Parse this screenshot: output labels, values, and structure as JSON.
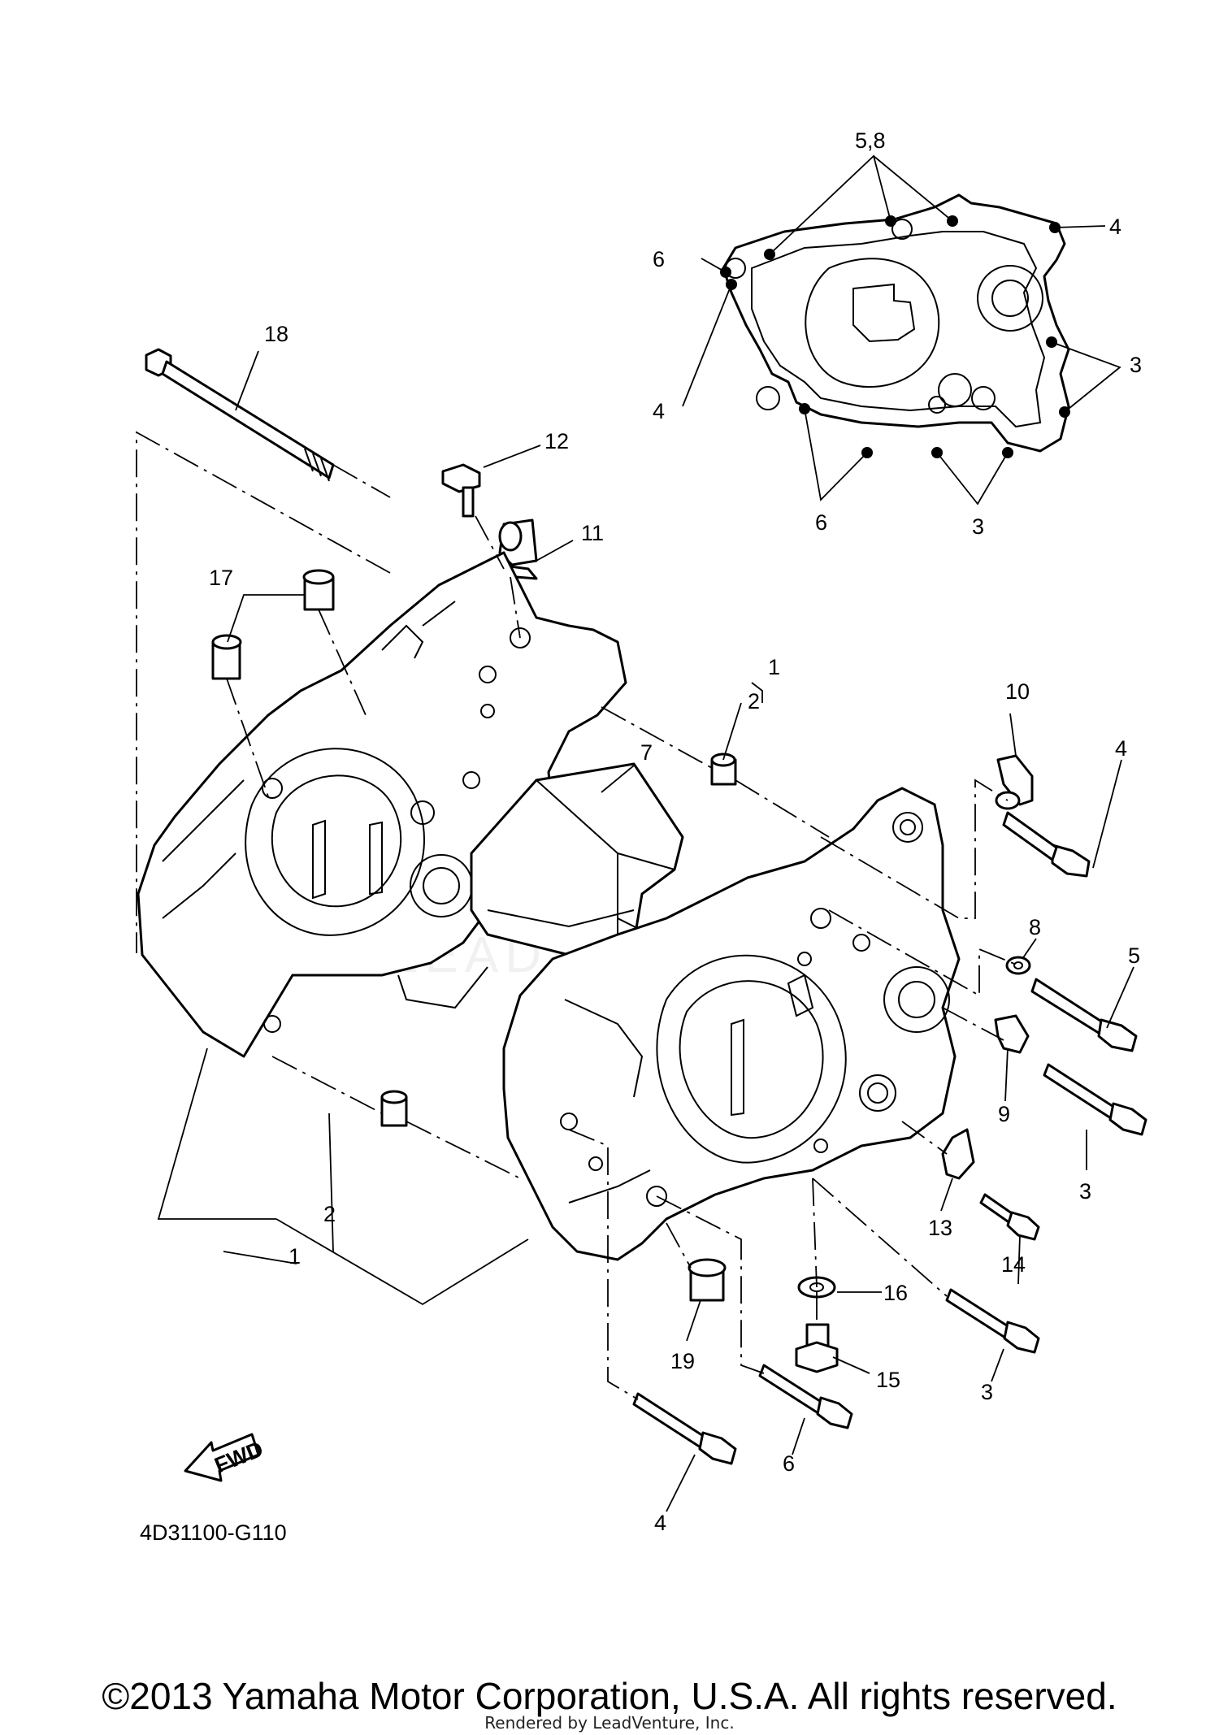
{
  "diagram": {
    "part_code": "4D31100-G110",
    "fwd_label": "FWD",
    "watermark": "LEADVENTURE",
    "callouts": {
      "c1a": "1",
      "c1b": "1",
      "c2a": "2",
      "c2b": "2",
      "c3a": "3",
      "c3b": "3",
      "c3c": "3",
      "c3d": "3",
      "c4a": "4",
      "c4b": "4",
      "c4c": "4",
      "c4d": "4",
      "c5": "5",
      "c58": "5,8",
      "c6a": "6",
      "c6b": "6",
      "c6c": "6",
      "c7": "7",
      "c8": "8",
      "c9": "9",
      "c10": "10",
      "c11": "11",
      "c12": "12",
      "c13": "13",
      "c14": "14",
      "c15": "15",
      "c16": "16",
      "c17": "17",
      "c18": "18",
      "c19": "19"
    }
  },
  "footer": {
    "copyright": "©2013 Yamaha Motor Corporation, U.S.A. All rights reserved.",
    "rendered_by": "Rendered by LeadVenture, Inc."
  }
}
